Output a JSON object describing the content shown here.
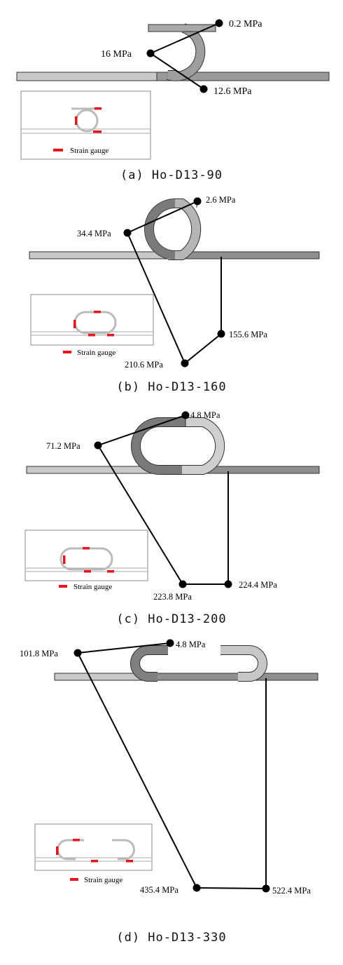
{
  "legend_label": "Strain gauge",
  "colors": {
    "gauge": "#e8141c",
    "bar_light": "#c9c9c9",
    "bar_dark": "#8a8a8a",
    "line": "#000000"
  },
  "panels": [
    {
      "caption": "(a) Ho-D13-90",
      "readings": [
        "0.2 MPa",
        "16 MPa",
        "12.6 MPa"
      ]
    },
    {
      "caption": "(b) Ho-D13-160",
      "readings": [
        "2.6 MPa",
        "34.4 MPa",
        "210.6 MPa",
        "155.6 MPa"
      ]
    },
    {
      "caption": "(c) Ho-D13-200",
      "readings": [
        "4.8 MPa",
        "71.2 MPa",
        "223.8 MPa",
        "224.4 MPa"
      ]
    },
    {
      "caption": "(d) Ho-D13-330",
      "readings": [
        "4.8 MPa",
        "101.8 MPa",
        "435.4 MPa",
        "522.4 MPa"
      ]
    }
  ]
}
